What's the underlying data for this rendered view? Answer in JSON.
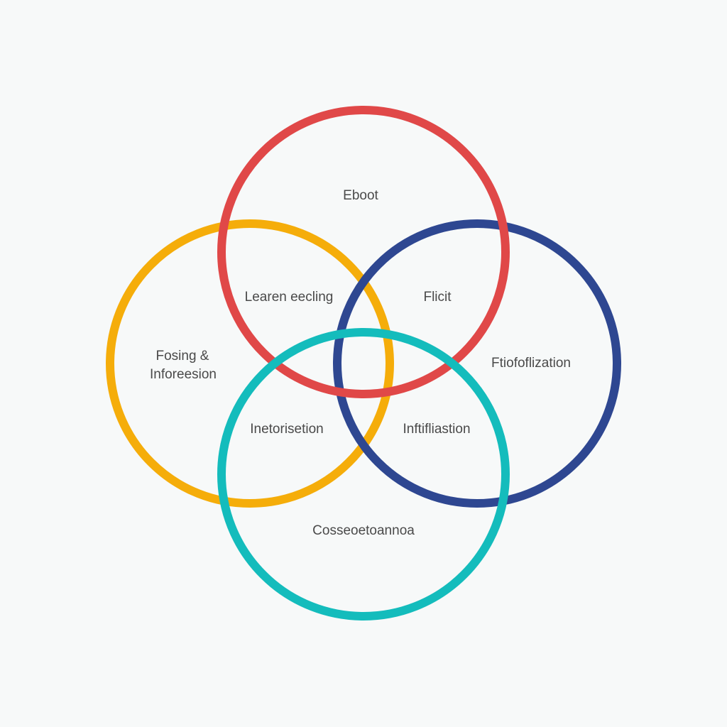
{
  "colors": {
    "background": "#f7f9f9",
    "top_circle": "#e04848",
    "left_circle": "#f5ad0a",
    "right_circle": "#2e4791",
    "bottom_circle": "#14bcbc",
    "label_text": "#4a4a4a"
  },
  "circles": [
    {
      "id": "top",
      "color_key": "top_circle"
    },
    {
      "id": "left",
      "color_key": "left_circle"
    },
    {
      "id": "right",
      "color_key": "right_circle"
    },
    {
      "id": "bottom",
      "color_key": "bottom_circle"
    }
  ],
  "labels": {
    "top": "Eboot",
    "top_left": "Learen eecling",
    "top_right": "Flicit",
    "left_line1": "Fosing &",
    "left_line2": "Inforeesion",
    "right": "Ftiofoflization",
    "center_left": "Inetorisetion",
    "center_right": "Inftifliastion",
    "bottom": "Cosseoetoannoa"
  }
}
